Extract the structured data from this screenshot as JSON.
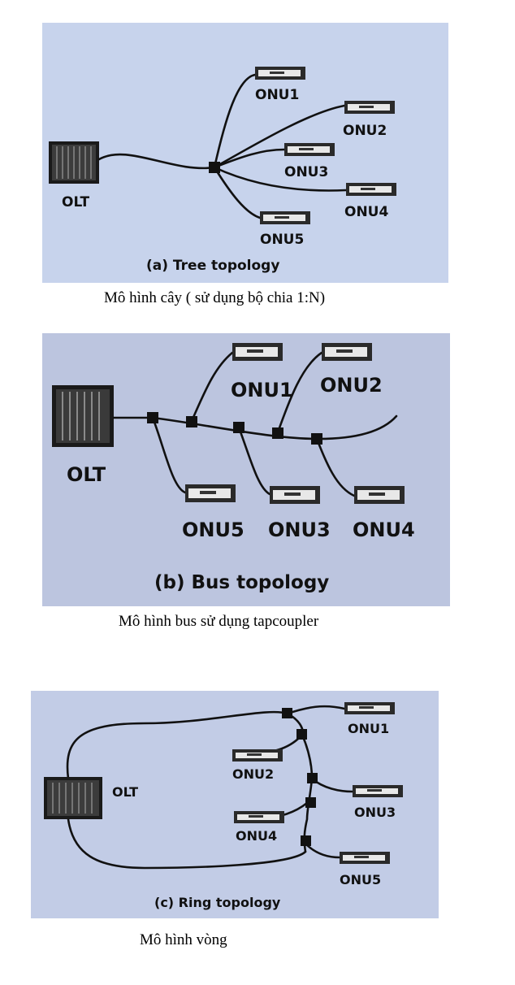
{
  "tree": {
    "title": "(a) Tree topology",
    "olt": "OLT",
    "onus": [
      "ONU1",
      "ONU2",
      "ONU3",
      "ONU4",
      "ONU5"
    ],
    "caption": "Mô hình cây ( sử dụng bộ chia 1:N)"
  },
  "bus": {
    "title": "(b) Bus topology",
    "olt": "OLT",
    "onus": [
      "ONU1",
      "ONU2",
      "ONU5",
      "ONU3",
      "ONU4"
    ],
    "caption": "Mô hình bus sử dụng tapcoupler"
  },
  "ring": {
    "title": "(c) Ring topology",
    "olt": "OLT",
    "onus": [
      "ONU1",
      "ONU2",
      "ONU3",
      "ONU4",
      "ONU5"
    ],
    "caption": "Mô hình vòng"
  },
  "colors": {
    "panel_tree": "#c7d3ec",
    "panel_bus": "#bcc5df",
    "panel_ring": "#c2cce6"
  }
}
